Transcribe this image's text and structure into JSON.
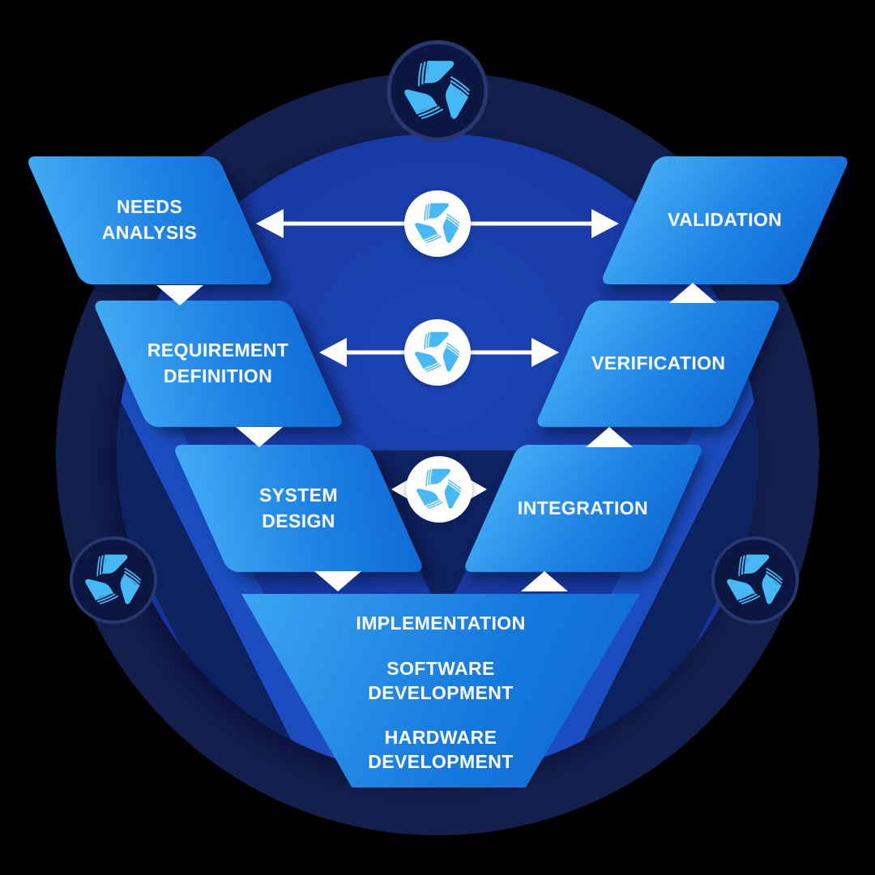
{
  "diagram": {
    "left_blocks": [
      {
        "label": "NEEDS\nANALYSIS"
      },
      {
        "label": "REQUIREMENT\nDEFINITION"
      },
      {
        "label": "SYSTEM\nDESIGN"
      }
    ],
    "right_blocks": [
      {
        "label": "VALIDATION"
      },
      {
        "label": "VERIFICATION"
      },
      {
        "label": "INTEGRATION"
      }
    ],
    "bottom_block": {
      "labels": [
        "IMPLEMENTATION",
        "SOFTWARE\nDEVELOPMENT",
        "HARDWARE\nDEVELOPMENT"
      ]
    },
    "icons": {
      "logo": "triskelion-company-logo"
    },
    "colors": {
      "background": "#000000",
      "outer_ring": "#131F4D",
      "inner_circle_light": "#1C45B8",
      "inner_circle_dark": "#132E90",
      "dark_wedge": "#0E2160",
      "medium_band": "#1B4DC0",
      "block_gradient_light": "#41ABF5",
      "block_gradient_dark": "#0F6BD5",
      "arrow": "#FFFFFF",
      "logo_blue": "#45B8F5",
      "badge_fill": "#0B1740",
      "badge_ring": "#26386F"
    }
  }
}
